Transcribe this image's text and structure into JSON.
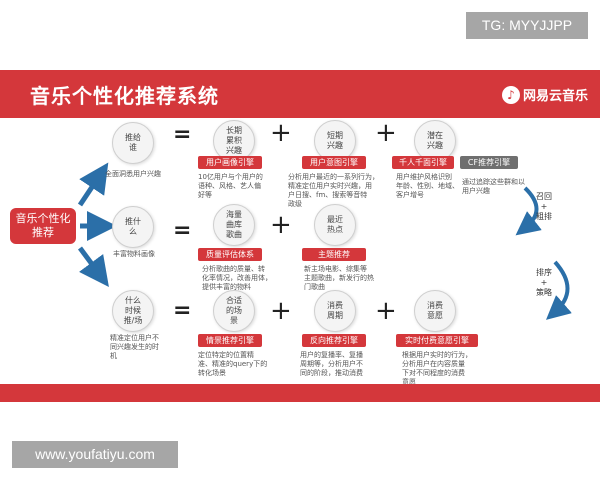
{
  "watermarks": {
    "top": "TG: MYYJJPP",
    "bottom": "www.youfatiyu.com"
  },
  "header": {
    "title": "音乐个性化推荐系统",
    "logo_text": "网易云音乐",
    "logo_icon": "netease-music-icon"
  },
  "root": {
    "label": "音乐个性化\n推荐"
  },
  "symbols": {
    "eq": "=",
    "plus": "+"
  },
  "rows": [
    {
      "node": "推给\n谁",
      "node_desc": "全面洞悉用户兴趣",
      "circles": [
        "长期\n累积\n兴趣",
        "短期\n兴趣",
        "潜在\n兴趣"
      ],
      "tags": [
        "用户画像引擎",
        "用户意图引擎",
        "千人千面引擎",
        "CF推荐引擎"
      ],
      "descs": [
        "10亿用户与个用户的\n语种、风格、艺人偏\n好等",
        "分析用户最近的一系列行为，\n精准定位用户实时兴趣，用\n户日搜、fm、搜索等音特\n政级",
        "用户维护风格识别\n年龄、性别、地域、\n客户增号",
        "通过追踪这些群和以\n用户兴趣"
      ]
    },
    {
      "node": "推什\n么",
      "node_desc": "丰富物料画像",
      "circles": [
        "海量\n曲库\n歌曲",
        "最近\n热点"
      ],
      "tags": [
        "质量评估体系",
        "主题推荐"
      ],
      "descs": [
        "分析歌曲的质量、转\n化率情况，改善用体，\n提供丰富的物料",
        "新主场电影、综集等\n主题歌曲，新发行的热\n门歌曲"
      ]
    },
    {
      "node": "什么\n时候\n推/场",
      "node_desc": "精准定位用户不\n同兴趣发生的时\n机",
      "circles": [
        "合适\n的场\n景",
        "消费\n周期",
        "消费\n意愿"
      ],
      "tags": [
        "情景推荐引擎",
        "反向推荐引擎",
        "实时付费意愿引擎"
      ],
      "descs": [
        "定位特定的位置精\n准、精准的query下的\n转化场景",
        "用户的复播率、复播\n周期等，分析用户不\n同的阶段，推动消费",
        "根据用户实时的行为，\n分析用户在内容质量\n下对不同程度的消费\n意愿"
      ]
    }
  ],
  "right_labels": [
    "召回\n+\n粗排",
    "排序\n+\n策略"
  ]
}
